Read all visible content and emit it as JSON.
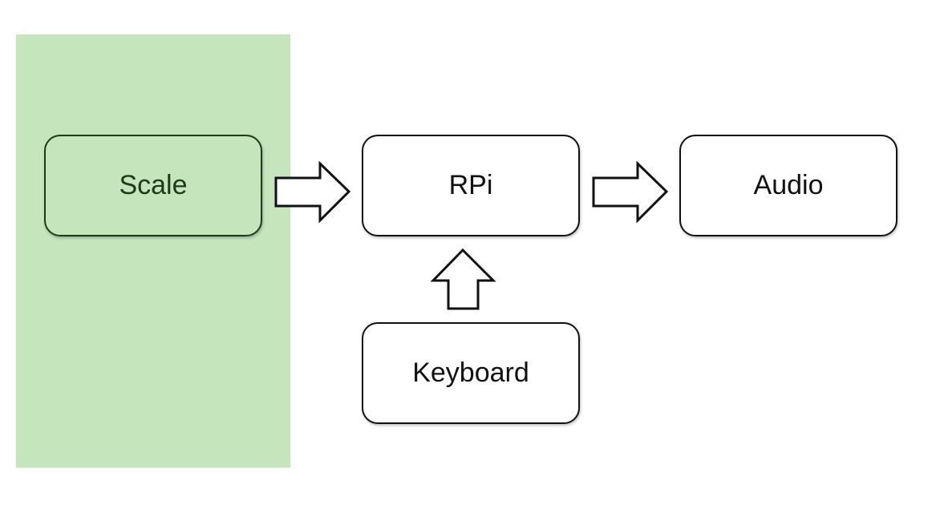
{
  "diagram": {
    "highlight_color": "#c5e5bd",
    "nodes": {
      "scale": {
        "label": "Scale"
      },
      "rpi": {
        "label": "RPi"
      },
      "audio": {
        "label": "Audio"
      },
      "keyboard": {
        "label": "Keyboard"
      }
    },
    "edges": [
      {
        "from": "Scale",
        "to": "RPi"
      },
      {
        "from": "RPi",
        "to": "Audio"
      },
      {
        "from": "Keyboard",
        "to": "RPi"
      }
    ]
  }
}
